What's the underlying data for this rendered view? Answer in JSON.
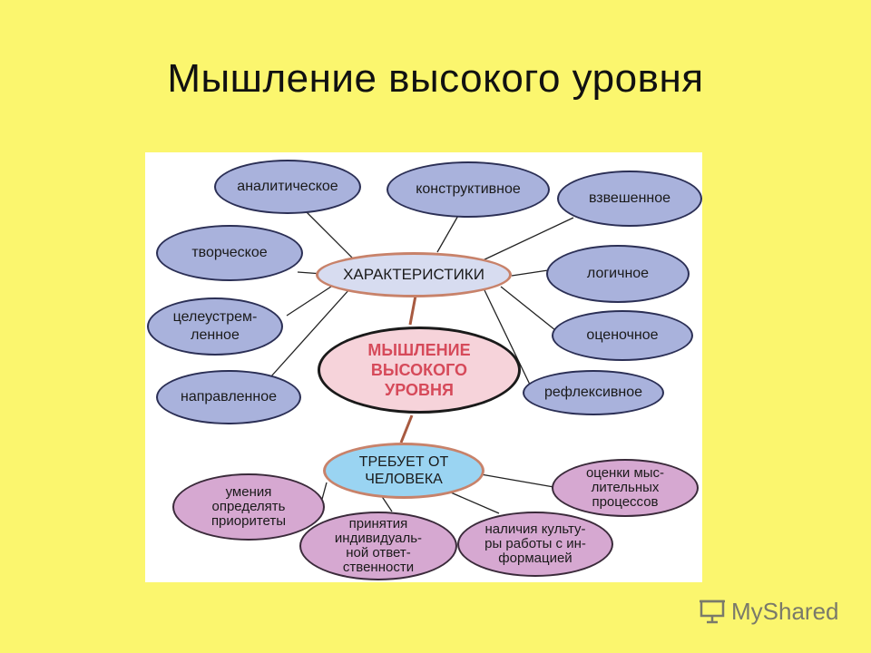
{
  "title": "Мышление высокого уровня",
  "diagram": {
    "center": "МЫШЛЕНИЕ\nВЫСОКОГО\nУРОВНЯ",
    "characteristics_hub": "ХАРАКТЕРИСТИКИ",
    "requirements_hub": "ТРЕБУЕТ ОТ\nЧЕЛОВЕКА",
    "characteristics": [
      "аналитическое",
      "конструктивное",
      "взвешенное",
      "творческое",
      "логичное",
      "целеустрем-\nленное",
      "оценочное",
      "направленное",
      "рефлексивное"
    ],
    "requirements": [
      "умения\nопределять\nприоритеты",
      "принятия\nиндивидуаль-\nной ответ-\nственности",
      "наличия культу-\nры работы с ин-\nформацией",
      "оценки мыс-\nлительных\nпроцессов"
    ]
  },
  "watermark": {
    "brand": "MyShared",
    "icon": "presentation-board-icon"
  },
  "colors": {
    "background": "#FBF66E",
    "characteristic_node": "#A9B2DC",
    "requirement_node": "#D6A8D1",
    "center_text": "#D64A5A"
  }
}
